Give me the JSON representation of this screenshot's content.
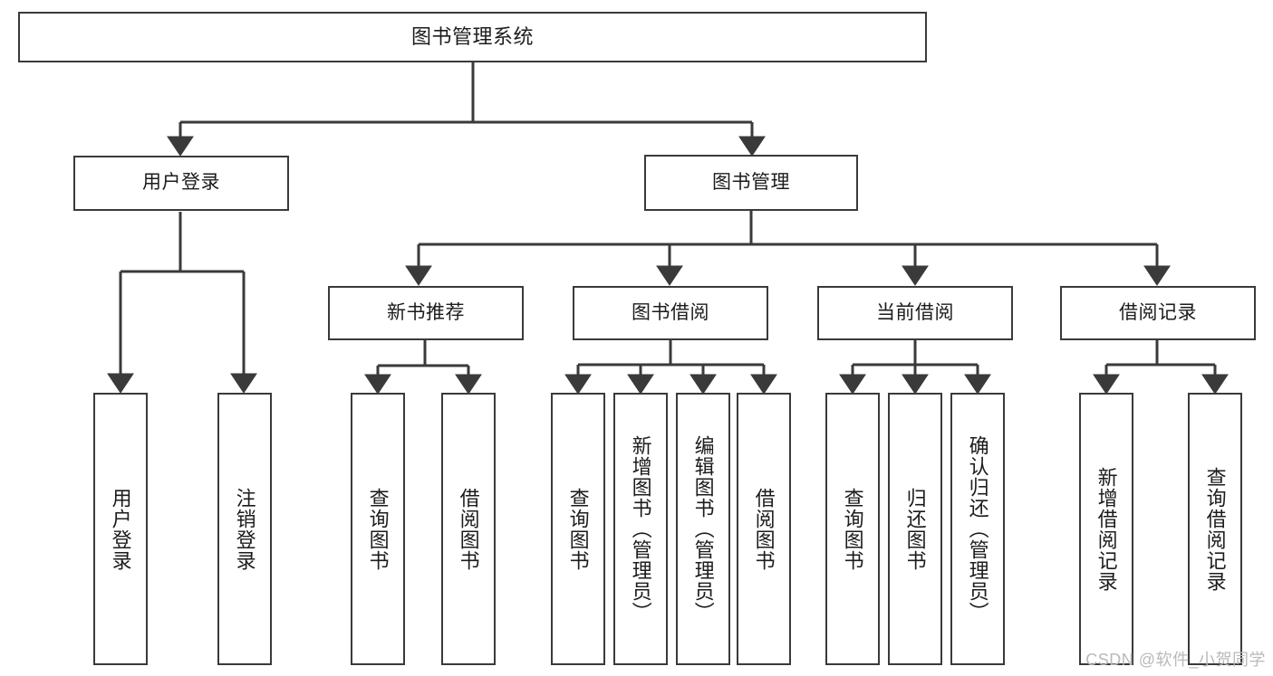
{
  "diagram": {
    "title": "图书管理系统",
    "type": "tree",
    "watermark": "CSDN @软件_小贺同学",
    "line_color": "#3a3a3a",
    "box_fill": "#ffffff",
    "text_color": "#1c1c1c",
    "nodes": {
      "root": "图书管理系统",
      "level2": [
        "用户登录",
        "图书管理"
      ],
      "level3": [
        "新书推荐",
        "图书借阅",
        "当前借阅",
        "借阅记录"
      ],
      "leaves": {
        "user_login": [
          "用户登录",
          "注销登录"
        ],
        "new_book_recommend": [
          "查询图书",
          "借阅图书"
        ],
        "book_borrow": [
          "查询图书",
          "新增图书（管理员）",
          "编辑图书（管理员）",
          "借阅图书"
        ],
        "current_borrow": [
          "查询图书",
          "归还图书",
          "确认归还（管理员）"
        ],
        "borrow_record": [
          "新增借阅记录",
          "查询借阅记录"
        ]
      }
    }
  }
}
